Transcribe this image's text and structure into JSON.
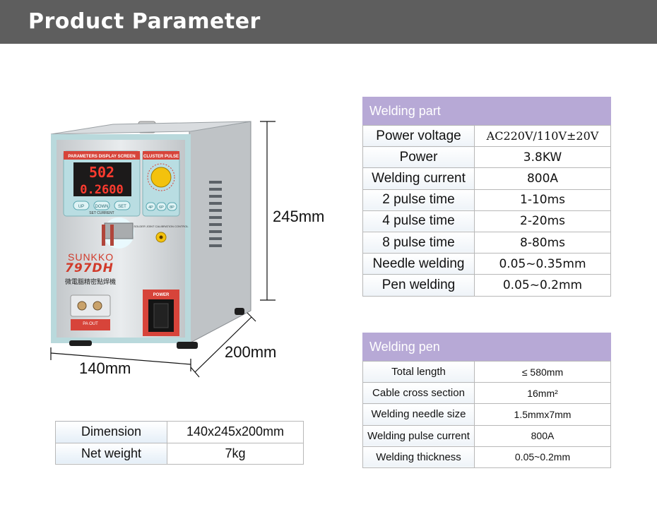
{
  "header": {
    "title": "Product Parameter"
  },
  "machine": {
    "display_title": "PARAMETERS DISPLAY SCREEN",
    "pulse_title": "CLUSTER PULSE",
    "digits_top": "502",
    "digits_bottom": "0.2600",
    "btn_up": "UP",
    "btn_down": "DOWN",
    "btn_set": "SET",
    "set_current": "SET CURRENT",
    "pulse_4p": "4P",
    "pulse_6p": "6P",
    "pulse_8p": "8P",
    "solder_label": "SOLDER JOINT CALIBRATION CONTROL",
    "brand": "SUNKKO",
    "model": "797DH",
    "chinese_name": "微電腦精密點焊機",
    "power_label": "POWER",
    "pa_out": "PA    OUT"
  },
  "dimensions": {
    "height": "245mm",
    "depth": "200mm",
    "width": "140mm"
  },
  "welding_part": {
    "title": "Welding part",
    "rows": [
      {
        "key": "Power voltage",
        "value": "AC220V/110V±20V"
      },
      {
        "key": "Power",
        "value": "3.8KW"
      },
      {
        "key": "Welding current",
        "value": "800A"
      },
      {
        "key": "2 pulse time",
        "value": "1-10ms"
      },
      {
        "key": "4 pulse time",
        "value": "2-20ms"
      },
      {
        "key": "8 pulse time",
        "value": "8-80ms"
      },
      {
        "key": "Needle welding",
        "value": "0.05~0.35mm"
      },
      {
        "key": "Pen welding",
        "value": "0.05~0.2mm"
      }
    ]
  },
  "welding_pen": {
    "title": "Welding pen",
    "rows": [
      {
        "key": "Total length",
        "value": "≤ 580mm"
      },
      {
        "key": "Cable cross section",
        "value": "16mm²"
      },
      {
        "key": "Welding needle size",
        "value": "1.5mmx7mm"
      },
      {
        "key": "Welding pulse current",
        "value": "800A"
      },
      {
        "key": "Welding thickness",
        "value": "0.05~0.2mm"
      }
    ]
  },
  "general": {
    "rows": [
      {
        "key": "Dimension",
        "value": "140x245x200mm"
      },
      {
        "key": "Net weight",
        "value": "7kg"
      }
    ]
  },
  "colors": {
    "header_bg": "#5e5e5e",
    "section_head": "#b7a9d6",
    "panel_red": "#d13a2a",
    "screen_digit": "#ff3b2f"
  }
}
